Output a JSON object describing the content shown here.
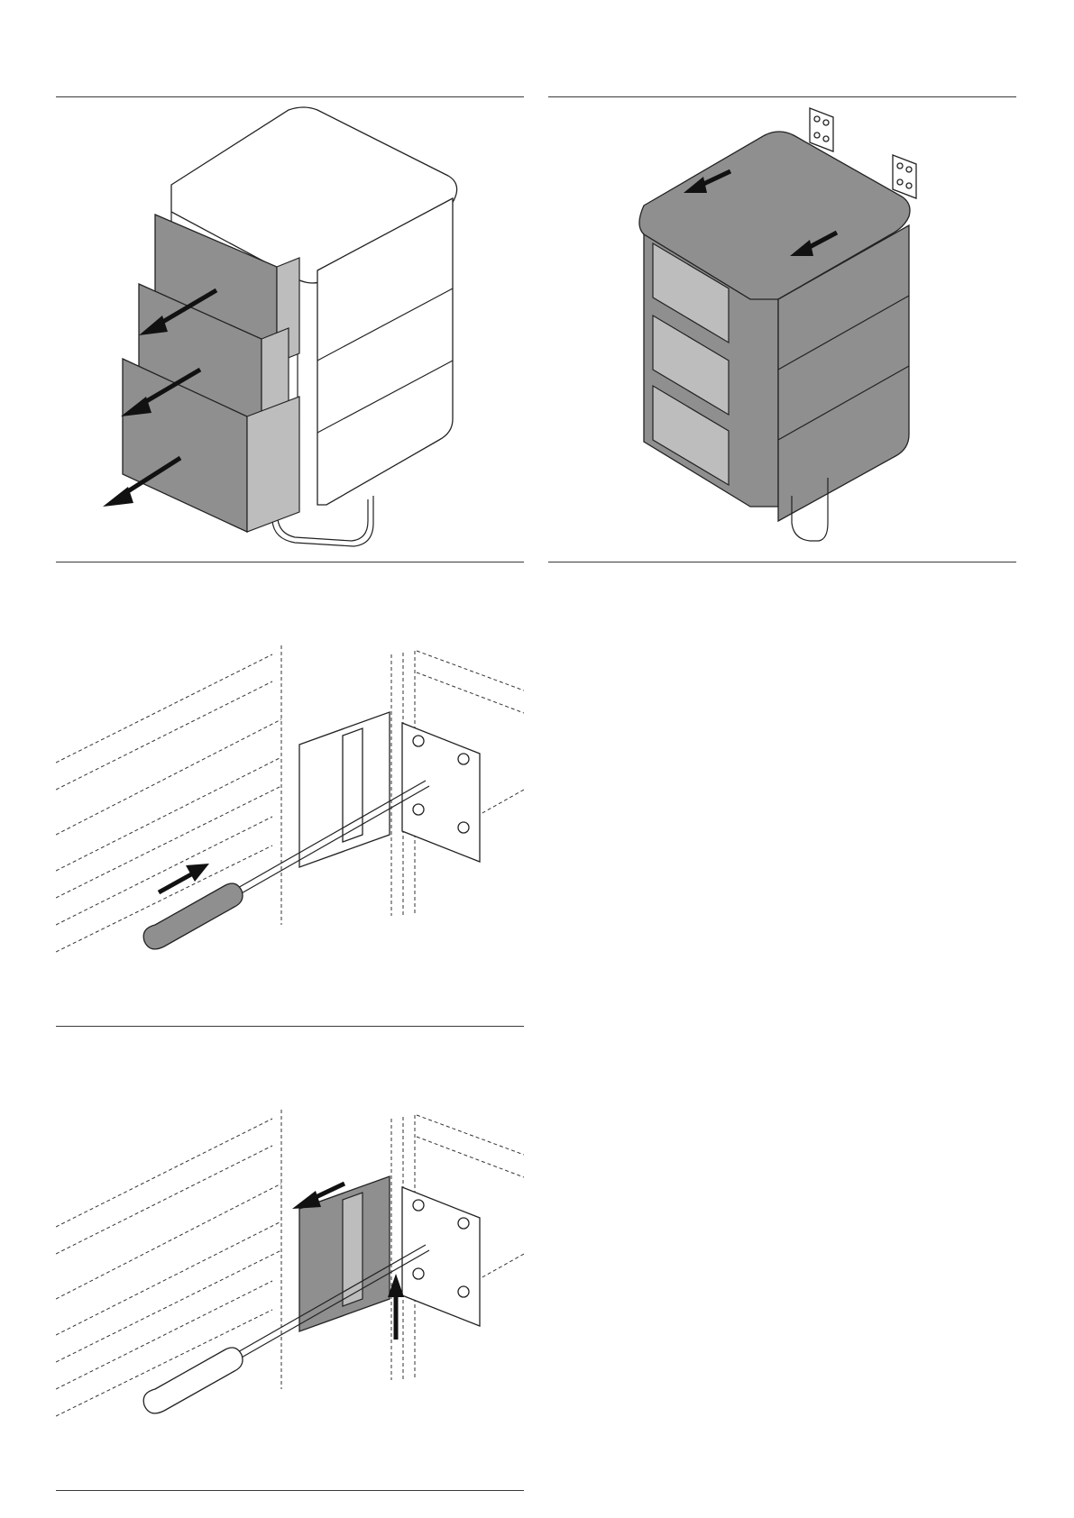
{
  "document": {
    "type": "assembly-instructions",
    "page_background": "#ffffff",
    "line_color": "#3a3a3a",
    "fill_dark": "#8f8f8f",
    "fill_light": "#bdbdbd"
  },
  "steps": [
    {
      "id": "step-1",
      "illustration": "remove-drawers",
      "arrows": 3
    },
    {
      "id": "step-2",
      "illustration": "attach-wall-brackets",
      "arrows": 2
    },
    {
      "id": "step-3",
      "illustration": "insert-screwdriver-into-fitting",
      "arrows": 1
    },
    {
      "id": "step-4",
      "illustration": "release-fitting-with-screwdriver",
      "arrows": 2
    }
  ],
  "icons": {
    "arrow": "arrow-icon",
    "screwdriver": "screwdriver-icon",
    "screw": "screw-icon",
    "bracket": "bracket-icon"
  }
}
